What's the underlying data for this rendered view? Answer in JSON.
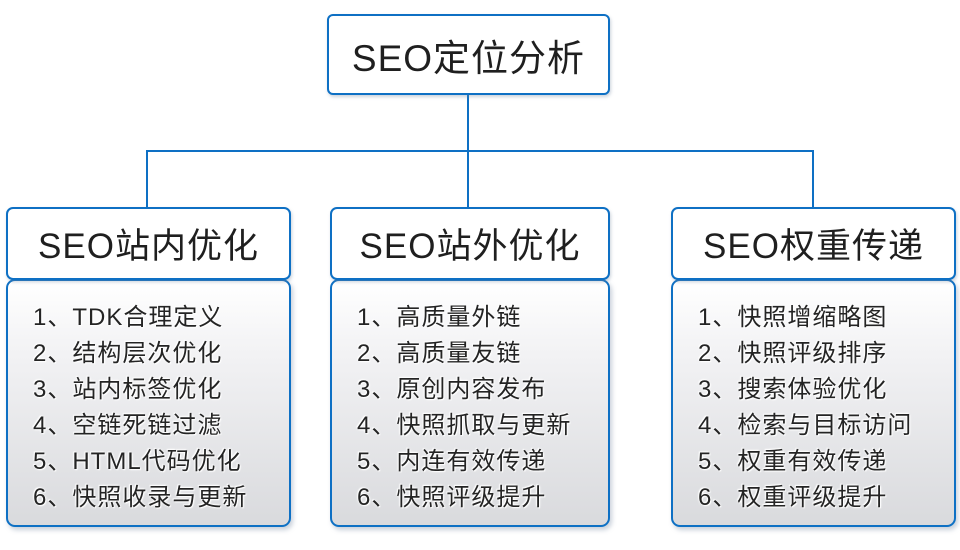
{
  "diagram": {
    "root": {
      "label": "SEO定位分析"
    },
    "groups": [
      {
        "title": "SEO站内优化",
        "items": [
          "1、TDK合理定义",
          "2、结构层次优化",
          "3、站内标签优化",
          "4、空链死链过滤",
          "5、HTML代码优化",
          "6、快照收录与更新"
        ]
      },
      {
        "title": "SEO站外优化",
        "items": [
          "1、高质量外链",
          "2、高质量友链",
          "3、原创内容发布",
          "4、快照抓取与更新",
          "5、内连有效传递",
          "6、快照评级提升"
        ]
      },
      {
        "title": "SEO权重传递",
        "items": [
          "1、快照增缩略图",
          "2、快照评级排序",
          "3、搜索体验优化",
          "4、检索与目标访问",
          "5、权重有效传递",
          "6、权重评级提升"
        ]
      }
    ],
    "colors": {
      "line": "#0e70c4",
      "header_bg": "#ffffff",
      "body_gradient_top": "#ffffff",
      "body_gradient_bottom": "#d9dadd",
      "text": "#1f1f1f"
    }
  }
}
